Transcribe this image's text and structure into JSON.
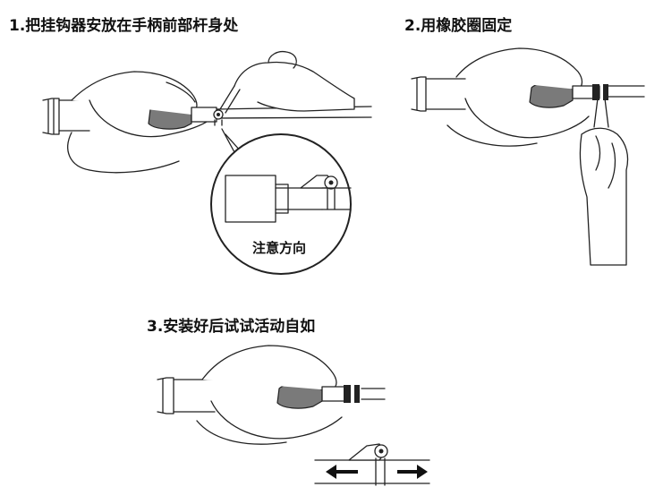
{
  "steps": [
    {
      "label": "1.把挂钩器安放在手柄前部杆身处"
    },
    {
      "label": "2.用橡胶圈固定"
    },
    {
      "label": "3.安装好后试试活动自如"
    }
  ],
  "callout": {
    "label": "注意方向"
  },
  "icons": [
    "hand-icon",
    "handpiece-icon",
    "hook-clip-icon",
    "rubber-ring-icon",
    "arrow-left-icon",
    "arrow-right-icon"
  ]
}
